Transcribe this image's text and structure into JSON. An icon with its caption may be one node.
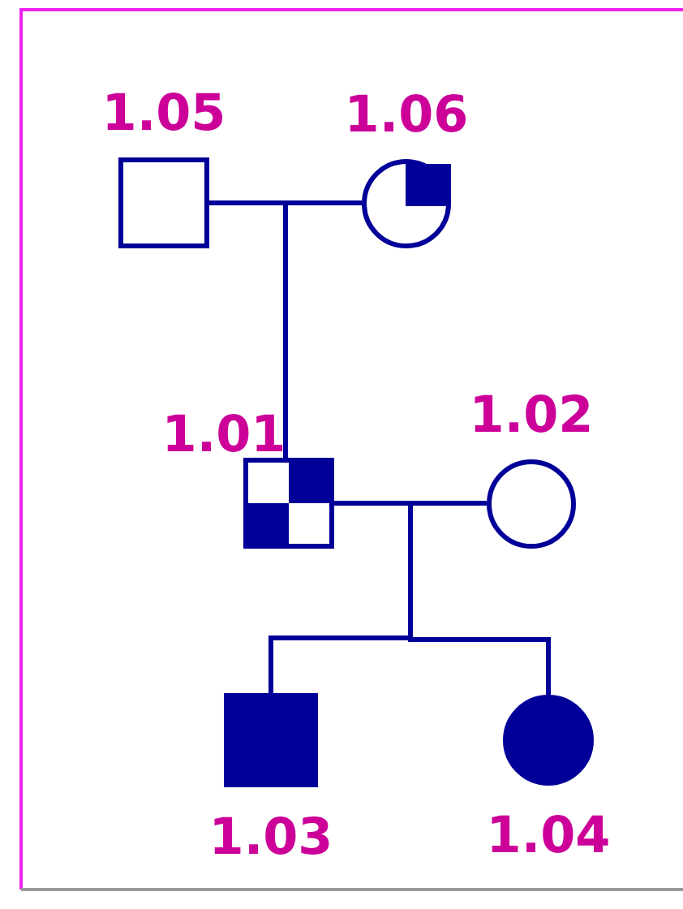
{
  "diagram": {
    "nodes": [
      {
        "text": [
          "1.05"
        ]
      },
      {
        "text": [
          "1.06"
        ]
      },
      {
        "text": [
          "1.01"
        ]
      },
      {
        "text": [
          "1.02"
        ]
      },
      {
        "text": [
          "1.03"
        ]
      },
      {
        "text": [
          "1.04"
        ]
      }
    ],
    "edges": [
      {
        "from": 0,
        "to": 1,
        "arrow": "none"
      },
      {
        "from": 0,
        "to": 2,
        "arrow": "none"
      },
      {
        "from": 1,
        "to": 2,
        "arrow": "none"
      },
      {
        "from": 2,
        "to": 3,
        "arrow": "none"
      },
      {
        "from": 2,
        "to": 4,
        "arrow": "none"
      },
      {
        "from": 3,
        "to": 4,
        "arrow": "none"
      },
      {
        "from": 2,
        "to": 5,
        "arrow": "none"
      },
      {
        "from": 3,
        "to": 5,
        "arrow": "none"
      }
    ]
  }
}
